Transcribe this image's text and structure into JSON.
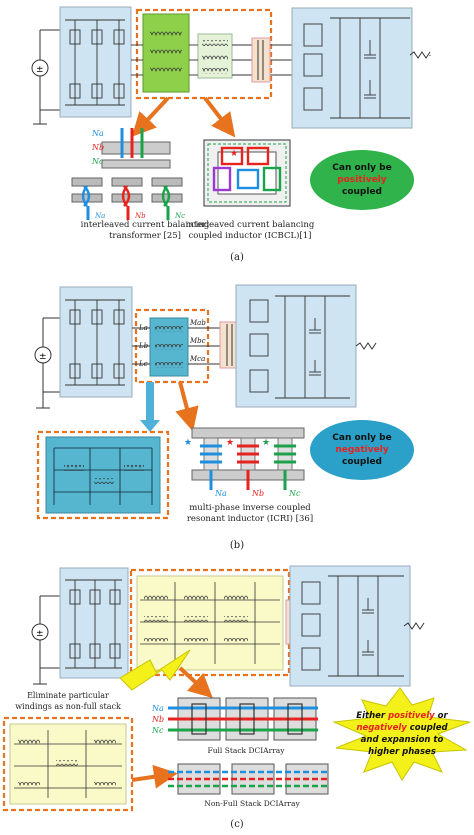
{
  "panels": {
    "a": {
      "caption": "(a)",
      "winding_labels": [
        "Na",
        "Nb",
        "Nc"
      ],
      "sub_labels": [
        "Na",
        "Nb",
        "Nc"
      ],
      "left_caption": [
        "interleaved current balancing",
        "transformer [25]"
      ],
      "right_caption": [
        "interleaved current balancing",
        "coupled inductor (ICBCL)[1]"
      ],
      "badge": {
        "line1": "Can only be",
        "emph": "positively",
        "line3": "coupled",
        "emph_color": "#e8231e",
        "bg": "#2fb34a"
      }
    },
    "b": {
      "caption": "(b)",
      "inductor_labels": [
        "La",
        "Lb",
        "Lc"
      ],
      "mutual_labels": [
        "Mab",
        "Mbc",
        "Mca"
      ],
      "bottom_labels": [
        "Na",
        "Nb",
        "Nc"
      ],
      "caption_text": [
        "multi-phase inverse coupled",
        "resonant inductor (ICRI) [36]"
      ],
      "badge": {
        "line1": "Can only be",
        "emph": "negatively",
        "line3": "coupled",
        "emph_color": "#e8231e",
        "bg": "#2ba0c8"
      }
    },
    "c": {
      "caption": "(c)",
      "note": [
        "Eliminate particular",
        "windings as non-full stack"
      ],
      "winding_labels": [
        "Na",
        "Nb",
        "Nc"
      ],
      "full_stack": "Full Stack DCIArray",
      "non_full_stack": "Non-Full Stack DCIArray",
      "burst": {
        "line1a": "Either ",
        "line1b": "positively",
        "line1c": " or",
        "line2a": "negatively",
        "line2b": " coupled",
        "line3": "and expansion to",
        "line4": "higher phases",
        "bg": "#f4f01a",
        "emph_color": "#e8231e"
      }
    }
  },
  "colors": {
    "blue_panel": "#cfe4f3",
    "green": "#8fd04a",
    "yellow_panel": "#fafac8",
    "teal": "#57b6cf",
    "orange": "#e7731e",
    "phase_a": "#1e8fe0",
    "phase_b": "#e8231e",
    "phase_c": "#1aa34a"
  }
}
